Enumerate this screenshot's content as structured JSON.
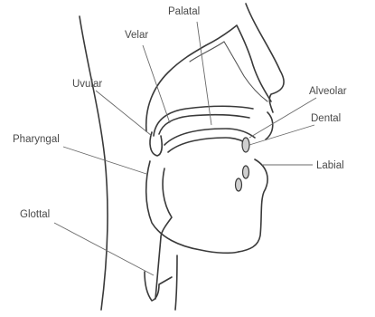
{
  "labels": {
    "palatal": "Palatal",
    "velar": "Velar",
    "uvular": "Uvular",
    "alveolar": "Alveolar",
    "dental": "Dental",
    "pharyngal": "Pharyngal",
    "labial": "Labial",
    "glottal": "Glottal"
  }
}
